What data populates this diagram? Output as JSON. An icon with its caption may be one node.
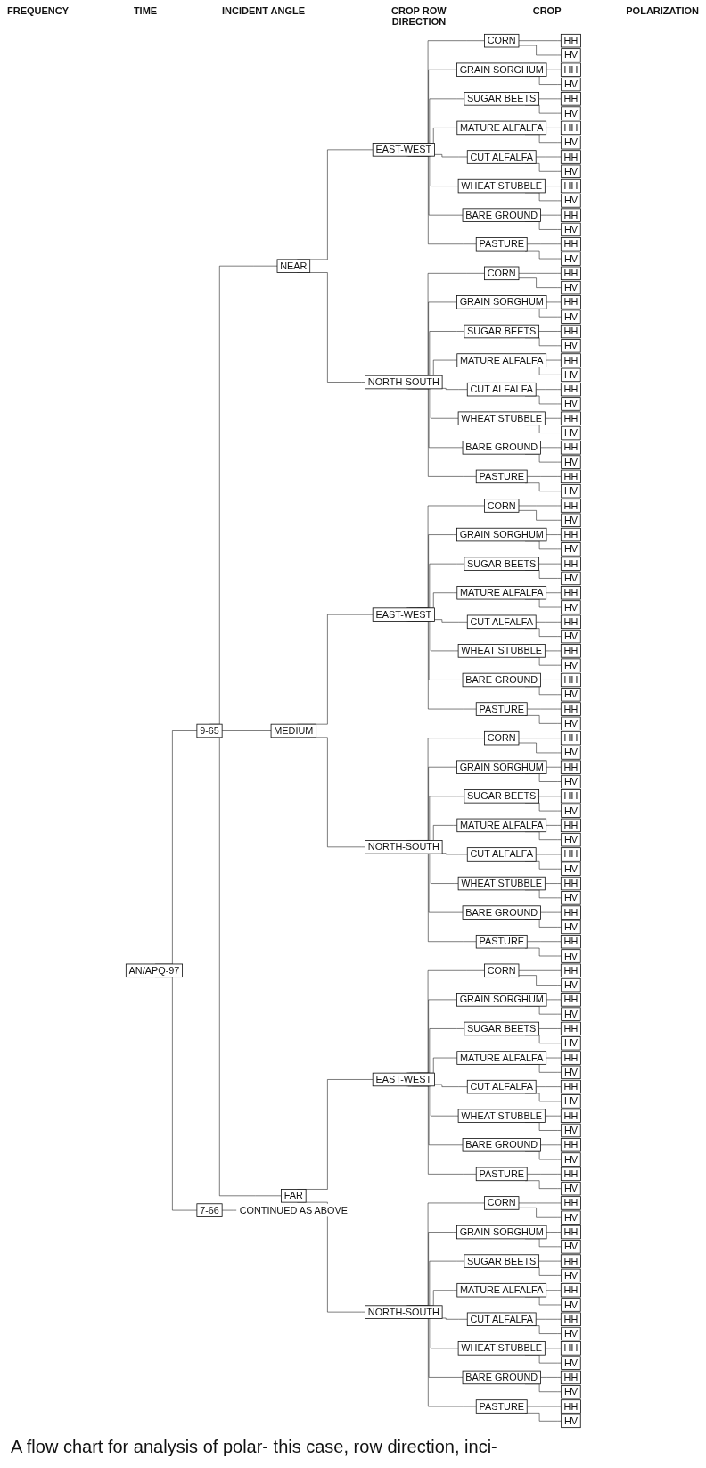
{
  "diagram": {
    "caption": "A flow chart for analysis of polar- this case, row direction, inci-",
    "labels": [
      "FREQUENCY",
      "TIME",
      "INCIDENT ANGLE",
      "CROP ROW DIRECTION",
      "CROP",
      "POLARIZATION"
    ],
    "nodes": [
      {
        "text": [
          "AN/APQ-97"
        ]
      },
      {
        "text": [
          "9-65"
        ]
      },
      {
        "text": [
          "NEAR"
        ]
      },
      {
        "text": [
          "EAST-WEST"
        ]
      },
      {
        "text": [
          "CORN"
        ]
      },
      {
        "text": [
          "HH"
        ]
      },
      {
        "text": [
          "HV"
        ]
      },
      {
        "text": [
          "GRAIN SORGHUM"
        ]
      },
      {
        "text": [
          "HH"
        ]
      },
      {
        "text": [
          "HV"
        ]
      },
      {
        "text": [
          "SUGAR BEETS"
        ]
      },
      {
        "text": [
          "HH"
        ]
      },
      {
        "text": [
          "HV"
        ]
      },
      {
        "text": [
          "MATURE ALFALFA"
        ]
      },
      {
        "text": [
          "HH"
        ]
      },
      {
        "text": [
          "HV"
        ]
      },
      {
        "text": [
          "CUT ALFALFA"
        ]
      },
      {
        "text": [
          "HH"
        ]
      },
      {
        "text": [
          "HV"
        ]
      },
      {
        "text": [
          "WHEAT STUBBLE"
        ]
      },
      {
        "text": [
          "HH"
        ]
      },
      {
        "text": [
          "HV"
        ]
      },
      {
        "text": [
          "BARE GROUND"
        ]
      },
      {
        "text": [
          "HH"
        ]
      },
      {
        "text": [
          "HV"
        ]
      },
      {
        "text": [
          "PASTURE"
        ]
      },
      {
        "text": [
          "HH"
        ]
      },
      {
        "text": [
          "HV"
        ]
      },
      {
        "text": [
          "NORTH-SOUTH"
        ]
      },
      {
        "text": [
          "CORN"
        ]
      },
      {
        "text": [
          "HH"
        ]
      },
      {
        "text": [
          "HV"
        ]
      },
      {
        "text": [
          "GRAIN SORGHUM"
        ]
      },
      {
        "text": [
          "HH"
        ]
      },
      {
        "text": [
          "HV"
        ]
      },
      {
        "text": [
          "SUGAR BEETS"
        ]
      },
      {
        "text": [
          "HH"
        ]
      },
      {
        "text": [
          "HV"
        ]
      },
      {
        "text": [
          "MATURE ALFALFA"
        ]
      },
      {
        "text": [
          "HH"
        ]
      },
      {
        "text": [
          "HV"
        ]
      },
      {
        "text": [
          "CUT ALFALFA"
        ]
      },
      {
        "text": [
          "HH"
        ]
      },
      {
        "text": [
          "HV"
        ]
      },
      {
        "text": [
          "WHEAT STUBBLE"
        ]
      },
      {
        "text": [
          "HH"
        ]
      },
      {
        "text": [
          "HV"
        ]
      },
      {
        "text": [
          "BARE GROUND"
        ]
      },
      {
        "text": [
          "HH"
        ]
      },
      {
        "text": [
          "HV"
        ]
      },
      {
        "text": [
          "PASTURE"
        ]
      },
      {
        "text": [
          "HH"
        ]
      },
      {
        "text": [
          "HV"
        ]
      },
      {
        "text": [
          "MEDIUM"
        ]
      },
      {
        "text": [
          "EAST-WEST"
        ]
      },
      {
        "text": [
          "CORN"
        ]
      },
      {
        "text": [
          "HH"
        ]
      },
      {
        "text": [
          "HV"
        ]
      },
      {
        "text": [
          "GRAIN SORGHUM"
        ]
      },
      {
        "text": [
          "HH"
        ]
      },
      {
        "text": [
          "HV"
        ]
      },
      {
        "text": [
          "SUGAR BEETS"
        ]
      },
      {
        "text": [
          "HH"
        ]
      },
      {
        "text": [
          "HV"
        ]
      },
      {
        "text": [
          "MATURE ALFALFA"
        ]
      },
      {
        "text": [
          "HH"
        ]
      },
      {
        "text": [
          "HV"
        ]
      },
      {
        "text": [
          "CUT ALFALFA"
        ]
      },
      {
        "text": [
          "HH"
        ]
      },
      {
        "text": [
          "HV"
        ]
      },
      {
        "text": [
          "WHEAT STUBBLE"
        ]
      },
      {
        "text": [
          "HH"
        ]
      },
      {
        "text": [
          "HV"
        ]
      },
      {
        "text": [
          "BARE GROUND"
        ]
      },
      {
        "text": [
          "HH"
        ]
      },
      {
        "text": [
          "HV"
        ]
      },
      {
        "text": [
          "PASTURE"
        ]
      },
      {
        "text": [
          "HH"
        ]
      },
      {
        "text": [
          "HV"
        ]
      },
      {
        "text": [
          "NORTH-SOUTH"
        ]
      },
      {
        "text": [
          "CORN"
        ]
      },
      {
        "text": [
          "HH"
        ]
      },
      {
        "text": [
          "HV"
        ]
      },
      {
        "text": [
          "GRAIN SORGHUM"
        ]
      },
      {
        "text": [
          "HH"
        ]
      },
      {
        "text": [
          "HV"
        ]
      },
      {
        "text": [
          "SUGAR BEETS"
        ]
      },
      {
        "text": [
          "HH"
        ]
      },
      {
        "text": [
          "HV"
        ]
      },
      {
        "text": [
          "MATURE ALFALFA"
        ]
      },
      {
        "text": [
          "HH"
        ]
      },
      {
        "text": [
          "HV"
        ]
      },
      {
        "text": [
          "CUT ALFALFA"
        ]
      },
      {
        "text": [
          "HH"
        ]
      },
      {
        "text": [
          "HV"
        ]
      },
      {
        "text": [
          "WHEAT STUBBLE"
        ]
      },
      {
        "text": [
          "HH"
        ]
      },
      {
        "text": [
          "HV"
        ]
      },
      {
        "text": [
          "BARE GROUND"
        ]
      },
      {
        "text": [
          "HH"
        ]
      },
      {
        "text": [
          "HV"
        ]
      },
      {
        "text": [
          "PASTURE"
        ]
      },
      {
        "text": [
          "HH"
        ]
      },
      {
        "text": [
          "HV"
        ]
      },
      {
        "text": [
          "FAR"
        ]
      },
      {
        "text": [
          "EAST-WEST"
        ]
      },
      {
        "text": [
          "CORN"
        ]
      },
      {
        "text": [
          "HH"
        ]
      },
      {
        "text": [
          "HV"
        ]
      },
      {
        "text": [
          "GRAIN SORGHUM"
        ]
      },
      {
        "text": [
          "HH"
        ]
      },
      {
        "text": [
          "HV"
        ]
      },
      {
        "text": [
          "SUGAR BEETS"
        ]
      },
      {
        "text": [
          "HH"
        ]
      },
      {
        "text": [
          "HV"
        ]
      },
      {
        "text": [
          "MATURE ALFALFA"
        ]
      },
      {
        "text": [
          "HH"
        ]
      },
      {
        "text": [
          "HV"
        ]
      },
      {
        "text": [
          "CUT ALFALFA"
        ]
      },
      {
        "text": [
          "HH"
        ]
      },
      {
        "text": [
          "HV"
        ]
      },
      {
        "text": [
          "WHEAT STUBBLE"
        ]
      },
      {
        "text": [
          "HH"
        ]
      },
      {
        "text": [
          "HV"
        ]
      },
      {
        "text": [
          "BARE GROUND"
        ]
      },
      {
        "text": [
          "HH"
        ]
      },
      {
        "text": [
          "HV"
        ]
      },
      {
        "text": [
          "PASTURE"
        ]
      },
      {
        "text": [
          "HH"
        ]
      },
      {
        "text": [
          "HV"
        ]
      },
      {
        "text": [
          "NORTH-SOUTH"
        ]
      },
      {
        "text": [
          "CORN"
        ]
      },
      {
        "text": [
          "HH"
        ]
      },
      {
        "text": [
          "HV"
        ]
      },
      {
        "text": [
          "GRAIN SORGHUM"
        ]
      },
      {
        "text": [
          "HH"
        ]
      },
      {
        "text": [
          "HV"
        ]
      },
      {
        "text": [
          "SUGAR BEETS"
        ]
      },
      {
        "text": [
          "HH"
        ]
      },
      {
        "text": [
          "HV"
        ]
      },
      {
        "text": [
          "MATURE ALFALFA"
        ]
      },
      {
        "text": [
          "HH"
        ]
      },
      {
        "text": [
          "HV"
        ]
      },
      {
        "text": [
          "CUT ALFALFA"
        ]
      },
      {
        "text": [
          "HH"
        ]
      },
      {
        "text": [
          "HV"
        ]
      },
      {
        "text": [
          "WHEAT STUBBLE"
        ]
      },
      {
        "text": [
          "HH"
        ]
      },
      {
        "text": [
          "HV"
        ]
      },
      {
        "text": [
          "BARE GROUND"
        ]
      },
      {
        "text": [
          "HH"
        ]
      },
      {
        "text": [
          "HV"
        ]
      },
      {
        "text": [
          "PASTURE"
        ]
      },
      {
        "text": [
          "HH"
        ]
      },
      {
        "text": [
          "HV"
        ]
      },
      {
        "text": [
          "7-66"
        ]
      },
      {
        "text": [
          "CONTINUED AS ABOVE"
        ]
      }
    ],
    "edges": [
      {
        "from": 0,
        "to": 1,
        "arrow": "none"
      },
      {
        "from": 1,
        "to": 2,
        "arrow": "none"
      },
      {
        "from": 2,
        "to": 3,
        "arrow": "none"
      },
      {
        "from": 3,
        "to": 4,
        "arrow": "none"
      },
      {
        "from": 4,
        "to": 5,
        "arrow": "none"
      },
      {
        "from": 4,
        "to": 6,
        "arrow": "none"
      },
      {
        "from": 3,
        "to": 7,
        "arrow": "none"
      },
      {
        "from": 7,
        "to": 8,
        "arrow": "none"
      },
      {
        "from": 7,
        "to": 9,
        "arrow": "none"
      },
      {
        "from": 3,
        "to": 10,
        "arrow": "none"
      },
      {
        "from": 10,
        "to": 11,
        "arrow": "none"
      },
      {
        "from": 10,
        "to": 12,
        "arrow": "none"
      },
      {
        "from": 3,
        "to": 13,
        "arrow": "none"
      },
      {
        "from": 13,
        "to": 14,
        "arrow": "none"
      },
      {
        "from": 13,
        "to": 15,
        "arrow": "none"
      },
      {
        "from": 3,
        "to": 16,
        "arrow": "none"
      },
      {
        "from": 16,
        "to": 17,
        "arrow": "none"
      },
      {
        "from": 16,
        "to": 18,
        "arrow": "none"
      },
      {
        "from": 3,
        "to": 19,
        "arrow": "none"
      },
      {
        "from": 19,
        "to": 20,
        "arrow": "none"
      },
      {
        "from": 19,
        "to": 21,
        "arrow": "none"
      },
      {
        "from": 3,
        "to": 22,
        "arrow": "none"
      },
      {
        "from": 22,
        "to": 23,
        "arrow": "none"
      },
      {
        "from": 22,
        "to": 24,
        "arrow": "none"
      },
      {
        "from": 3,
        "to": 25,
        "arrow": "none"
      },
      {
        "from": 25,
        "to": 26,
        "arrow": "none"
      },
      {
        "from": 25,
        "to": 27,
        "arrow": "none"
      },
      {
        "from": 2,
        "to": 28,
        "arrow": "none"
      },
      {
        "from": 28,
        "to": 29,
        "arrow": "none"
      },
      {
        "from": 29,
        "to": 30,
        "arrow": "none"
      },
      {
        "from": 29,
        "to": 31,
        "arrow": "none"
      },
      {
        "from": 28,
        "to": 32,
        "arrow": "none"
      },
      {
        "from": 32,
        "to": 33,
        "arrow": "none"
      },
      {
        "from": 32,
        "to": 34,
        "arrow": "none"
      },
      {
        "from": 28,
        "to": 35,
        "arrow": "none"
      },
      {
        "from": 35,
        "to": 36,
        "arrow": "none"
      },
      {
        "from": 35,
        "to": 37,
        "arrow": "none"
      },
      {
        "from": 28,
        "to": 38,
        "arrow": "none"
      },
      {
        "from": 38,
        "to": 39,
        "arrow": "none"
      },
      {
        "from": 38,
        "to": 40,
        "arrow": "none"
      },
      {
        "from": 28,
        "to": 41,
        "arrow": "none"
      },
      {
        "from": 41,
        "to": 42,
        "arrow": "none"
      },
      {
        "from": 41,
        "to": 43,
        "arrow": "none"
      },
      {
        "from": 28,
        "to": 44,
        "arrow": "none"
      },
      {
        "from": 44,
        "to": 45,
        "arrow": "none"
      },
      {
        "from": 44,
        "to": 46,
        "arrow": "none"
      },
      {
        "from": 28,
        "to": 47,
        "arrow": "none"
      },
      {
        "from": 47,
        "to": 48,
        "arrow": "none"
      },
      {
        "from": 47,
        "to": 49,
        "arrow": "none"
      },
      {
        "from": 28,
        "to": 50,
        "arrow": "none"
      },
      {
        "from": 50,
        "to": 51,
        "arrow": "none"
      },
      {
        "from": 50,
        "to": 52,
        "arrow": "none"
      },
      {
        "from": 1,
        "to": 53,
        "arrow": "none"
      },
      {
        "from": 53,
        "to": 54,
        "arrow": "none"
      },
      {
        "from": 54,
        "to": 55,
        "arrow": "none"
      },
      {
        "from": 55,
        "to": 56,
        "arrow": "none"
      },
      {
        "from": 55,
        "to": 57,
        "arrow": "none"
      },
      {
        "from": 54,
        "to": 58,
        "arrow": "none"
      },
      {
        "from": 58,
        "to": 59,
        "arrow": "none"
      },
      {
        "from": 58,
        "to": 60,
        "arrow": "none"
      },
      {
        "from": 54,
        "to": 61,
        "arrow": "none"
      },
      {
        "from": 61,
        "to": 62,
        "arrow": "none"
      },
      {
        "from": 61,
        "to": 63,
        "arrow": "none"
      },
      {
        "from": 54,
        "to": 64,
        "arrow": "none"
      },
      {
        "from": 64,
        "to": 65,
        "arrow": "none"
      },
      {
        "from": 64,
        "to": 66,
        "arrow": "none"
      },
      {
        "from": 54,
        "to": 67,
        "arrow": "none"
      },
      {
        "from": 67,
        "to": 68,
        "arrow": "none"
      },
      {
        "from": 67,
        "to": 69,
        "arrow": "none"
      },
      {
        "from": 54,
        "to": 70,
        "arrow": "none"
      },
      {
        "from": 70,
        "to": 71,
        "arrow": "none"
      },
      {
        "from": 70,
        "to": 72,
        "arrow": "none"
      },
      {
        "from": 54,
        "to": 73,
        "arrow": "none"
      },
      {
        "from": 73,
        "to": 74,
        "arrow": "none"
      },
      {
        "from": 73,
        "to": 75,
        "arrow": "none"
      },
      {
        "from": 54,
        "to": 76,
        "arrow": "none"
      },
      {
        "from": 76,
        "to": 77,
        "arrow": "none"
      },
      {
        "from": 76,
        "to": 78,
        "arrow": "none"
      },
      {
        "from": 53,
        "to": 79,
        "arrow": "none"
      },
      {
        "from": 79,
        "to": 80,
        "arrow": "none"
      },
      {
        "from": 80,
        "to": 81,
        "arrow": "none"
      },
      {
        "from": 80,
        "to": 82,
        "arrow": "none"
      },
      {
        "from": 79,
        "to": 83,
        "arrow": "none"
      },
      {
        "from": 83,
        "to": 84,
        "arrow": "none"
      },
      {
        "from": 83,
        "to": 85,
        "arrow": "none"
      },
      {
        "from": 79,
        "to": 86,
        "arrow": "none"
      },
      {
        "from": 86,
        "to": 87,
        "arrow": "none"
      },
      {
        "from": 86,
        "to": 88,
        "arrow": "none"
      },
      {
        "from": 79,
        "to": 89,
        "arrow": "none"
      },
      {
        "from": 89,
        "to": 90,
        "arrow": "none"
      },
      {
        "from": 89,
        "to": 91,
        "arrow": "none"
      },
      {
        "from": 79,
        "to": 92,
        "arrow": "none"
      },
      {
        "from": 92,
        "to": 93,
        "arrow": "none"
      },
      {
        "from": 92,
        "to": 94,
        "arrow": "none"
      },
      {
        "from": 79,
        "to": 95,
        "arrow": "none"
      },
      {
        "from": 95,
        "to": 96,
        "arrow": "none"
      },
      {
        "from": 95,
        "to": 97,
        "arrow": "none"
      },
      {
        "from": 79,
        "to": 98,
        "arrow": "none"
      },
      {
        "from": 98,
        "to": 99,
        "arrow": "none"
      },
      {
        "from": 98,
        "to": 100,
        "arrow": "none"
      },
      {
        "from": 79,
        "to": 101,
        "arrow": "none"
      },
      {
        "from": 101,
        "to": 102,
        "arrow": "none"
      },
      {
        "from": 101,
        "to": 103,
        "arrow": "none"
      },
      {
        "from": 1,
        "to": 104,
        "arrow": "none"
      },
      {
        "from": 104,
        "to": 105,
        "arrow": "none"
      },
      {
        "from": 105,
        "to": 106,
        "arrow": "none"
      },
      {
        "from": 106,
        "to": 107,
        "arrow": "none"
      },
      {
        "from": 106,
        "to": 108,
        "arrow": "none"
      },
      {
        "from": 105,
        "to": 109,
        "arrow": "none"
      },
      {
        "from": 109,
        "to": 110,
        "arrow": "none"
      },
      {
        "from": 109,
        "to": 111,
        "arrow": "none"
      },
      {
        "from": 105,
        "to": 112,
        "arrow": "none"
      },
      {
        "from": 112,
        "to": 113,
        "arrow": "none"
      },
      {
        "from": 112,
        "to": 114,
        "arrow": "none"
      },
      {
        "from": 105,
        "to": 115,
        "arrow": "none"
      },
      {
        "from": 115,
        "to": 116,
        "arrow": "none"
      },
      {
        "from": 115,
        "to": 117,
        "arrow": "none"
      },
      {
        "from": 105,
        "to": 118,
        "arrow": "none"
      },
      {
        "from": 118,
        "to": 119,
        "arrow": "none"
      },
      {
        "from": 118,
        "to": 120,
        "arrow": "none"
      },
      {
        "from": 105,
        "to": 121,
        "arrow": "none"
      },
      {
        "from": 121,
        "to": 122,
        "arrow": "none"
      },
      {
        "from": 121,
        "to": 123,
        "arrow": "none"
      },
      {
        "from": 105,
        "to": 124,
        "arrow": "none"
      },
      {
        "from": 124,
        "to": 125,
        "arrow": "none"
      },
      {
        "from": 124,
        "to": 126,
        "arrow": "none"
      },
      {
        "from": 105,
        "to": 127,
        "arrow": "none"
      },
      {
        "from": 127,
        "to": 128,
        "arrow": "none"
      },
      {
        "from": 127,
        "to": 129,
        "arrow": "none"
      },
      {
        "from": 104,
        "to": 130,
        "arrow": "none"
      },
      {
        "from": 130,
        "to": 131,
        "arrow": "none"
      },
      {
        "from": 131,
        "to": 132,
        "arrow": "none"
      },
      {
        "from": 131,
        "to": 133,
        "arrow": "none"
      },
      {
        "from": 130,
        "to": 134,
        "arrow": "none"
      },
      {
        "from": 134,
        "to": 135,
        "arrow": "none"
      },
      {
        "from": 134,
        "to": 136,
        "arrow": "none"
      },
      {
        "from": 130,
        "to": 137,
        "arrow": "none"
      },
      {
        "from": 137,
        "to": 138,
        "arrow": "none"
      },
      {
        "from": 137,
        "to": 139,
        "arrow": "none"
      },
      {
        "from": 130,
        "to": 140,
        "arrow": "none"
      },
      {
        "from": 140,
        "to": 141,
        "arrow": "none"
      },
      {
        "from": 140,
        "to": 142,
        "arrow": "none"
      },
      {
        "from": 130,
        "to": 143,
        "arrow": "none"
      },
      {
        "from": 143,
        "to": 144,
        "arrow": "none"
      },
      {
        "from": 143,
        "to": 145,
        "arrow": "none"
      },
      {
        "from": 130,
        "to": 146,
        "arrow": "none"
      },
      {
        "from": 146,
        "to": 147,
        "arrow": "none"
      },
      {
        "from": 146,
        "to": 148,
        "arrow": "none"
      },
      {
        "from": 130,
        "to": 149,
        "arrow": "none"
      },
      {
        "from": 149,
        "to": 150,
        "arrow": "none"
      },
      {
        "from": 149,
        "to": 151,
        "arrow": "none"
      },
      {
        "from": 130,
        "to": 152,
        "arrow": "none"
      },
      {
        "from": 152,
        "to": 153,
        "arrow": "none"
      },
      {
        "from": 152,
        "to": 154,
        "arrow": "none"
      },
      {
        "from": 0,
        "to": 155,
        "arrow": "none"
      },
      {
        "from": 155,
        "to": 156,
        "arrow": "none"
      }
    ]
  }
}
